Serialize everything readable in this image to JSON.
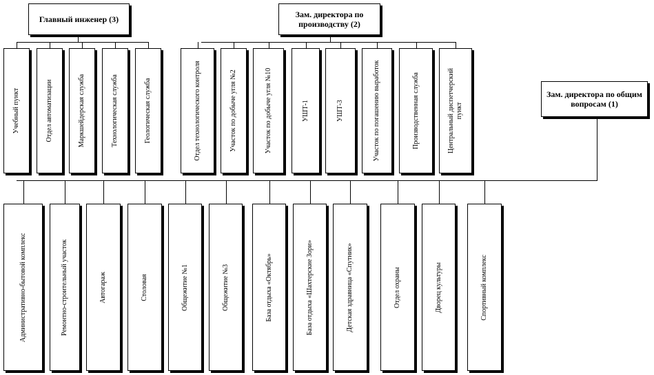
{
  "heads": {
    "chief_engineer": "Главный инженер (3)",
    "deputy_production": "Зам. директора по производству (2)",
    "deputy_general": "Зам. директора по общим вопросам (1)"
  },
  "chief_engineer_units": [
    "Учебный пункт",
    "Отдел автоматизации",
    "Маркшейдерская служба",
    "Технологическая служба",
    "Геологическая служба"
  ],
  "production_units": [
    "Отдел технологического контроля",
    "Участок по добыче угля №2",
    "Участок по добыче угля №10",
    "УШТ-1",
    "УШТ-3",
    "Участок по погашению выработок",
    "Производственная служба",
    "Центральный диспетчерский пункт"
  ],
  "general_units": [
    "Административно-бытовой комплекс",
    "Ремонтно-строительный участок",
    "Автогараж",
    "Столовая",
    "Общежитие №1",
    "Общежитие №3",
    "База отдыха «Октябрь»",
    "База отдыха «Шахтерские Зори»",
    "Детская здравница «Спутник»",
    "Отдел охраны",
    "Дворец культуры",
    "Спортивный комплекс"
  ]
}
